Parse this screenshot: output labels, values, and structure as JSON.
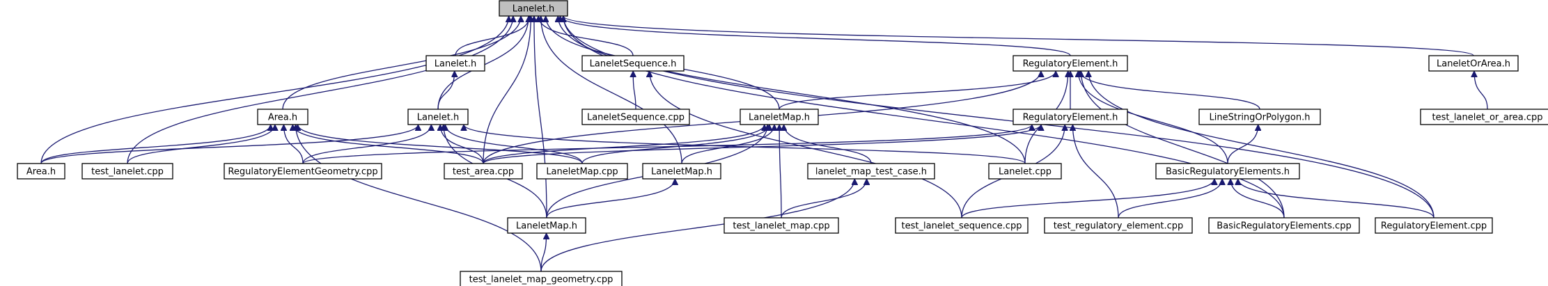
{
  "diagram": {
    "nodes": [
      {
        "id": "n_lanelet_h_root",
        "label": "Lanelet.h",
        "root": true
      },
      {
        "id": "n_lanelet_h_a",
        "label": "Lanelet.h"
      },
      {
        "id": "n_laneletsequence_h",
        "label": "LaneletSequence.h"
      },
      {
        "id": "n_regulatoryelement_h_top",
        "label": "RegulatoryElement.h"
      },
      {
        "id": "n_laneletorarea_h",
        "label": "LaneletOrArea.h"
      },
      {
        "id": "n_laneletsequence_cpp",
        "label": "LaneletSequence.cpp"
      },
      {
        "id": "n_test_lanelet_or_area_cpp",
        "label": "test_lanelet_or_area.cpp"
      },
      {
        "id": "n_area_h",
        "label": "Area.h"
      },
      {
        "id": "n_lanelet_h_b",
        "label": "Lanelet.h"
      },
      {
        "id": "n_laneletmap_h_mid",
        "label": "LaneletMap.h"
      },
      {
        "id": "n_regulatoryelement_h_mid",
        "label": "RegulatoryElement.h"
      },
      {
        "id": "n_linestringorpolygon_h",
        "label": "LineStringOrPolygon.h"
      },
      {
        "id": "n_area_h_leaf",
        "label": "Area.h"
      },
      {
        "id": "n_test_lanelet_cpp",
        "label": "test_lanelet.cpp"
      },
      {
        "id": "n_regulatoryelementgeometry_cpp",
        "label": "RegulatoryElementGeometry.cpp"
      },
      {
        "id": "n_test_area_cpp",
        "label": "test_area.cpp"
      },
      {
        "id": "n_laneletmap_cpp",
        "label": "LaneletMap.cpp"
      },
      {
        "id": "n_laneletmap_h_low",
        "label": "LaneletMap.h"
      },
      {
        "id": "n_lanelet_map_test_case_h",
        "label": "lanelet_map_test_case.h"
      },
      {
        "id": "n_lanelet_cpp",
        "label": "Lanelet.cpp"
      },
      {
        "id": "n_basicregulatoryelements_h",
        "label": "BasicRegulatoryElements.h"
      },
      {
        "id": "n_laneletmap_h_bottom",
        "label": "LaneletMap.h"
      },
      {
        "id": "n_test_lanelet_map_cpp",
        "label": "test_lanelet_map.cpp"
      },
      {
        "id": "n_test_lanelet_sequence_cpp",
        "label": "test_lanelet_sequence.cpp"
      },
      {
        "id": "n_test_regulatory_element_cpp",
        "label": "test_regulatory_element.cpp"
      },
      {
        "id": "n_basicregulatoryelements_cpp",
        "label": "BasicRegulatoryElements.cpp"
      },
      {
        "id": "n_regulatoryelement_cpp",
        "label": "RegulatoryElement.cpp"
      },
      {
        "id": "n_test_lanelet_map_geometry_cpp",
        "label": "test_lanelet_map_geometry.cpp"
      }
    ],
    "edges": [
      {
        "from": "n_lanelet_h_a",
        "to": "n_lanelet_h_root"
      },
      {
        "from": "n_laneletsequence_h",
        "to": "n_lanelet_h_root"
      },
      {
        "from": "n_regulatoryelement_h_top",
        "to": "n_lanelet_h_root"
      },
      {
        "from": "n_laneletorarea_h",
        "to": "n_lanelet_h_root"
      },
      {
        "from": "n_area_h",
        "to": "n_lanelet_h_root"
      },
      {
        "from": "n_lanelet_h_b",
        "to": "n_lanelet_h_root"
      },
      {
        "from": "n_laneletmap_h_mid",
        "to": "n_lanelet_h_root"
      },
      {
        "from": "n_area_h_leaf",
        "to": "n_lanelet_h_root"
      },
      {
        "from": "n_test_lanelet_cpp",
        "to": "n_lanelet_h_root"
      },
      {
        "from": "n_test_area_cpp",
        "to": "n_lanelet_h_root"
      },
      {
        "from": "n_laneletmap_h_low",
        "to": "n_lanelet_h_root"
      },
      {
        "from": "n_lanelet_cpp",
        "to": "n_lanelet_h_root"
      },
      {
        "from": "n_laneletmap_h_bottom",
        "to": "n_lanelet_h_root"
      },
      {
        "from": "n_basicregulatoryelements_cpp",
        "to": "n_lanelet_h_root"
      },
      {
        "from": "n_regulatoryelement_cpp",
        "to": "n_lanelet_h_root"
      },
      {
        "from": "n_lanelet_h_b",
        "to": "n_lanelet_h_a"
      },
      {
        "from": "n_laneletsequence_cpp",
        "to": "n_laneletsequence_h"
      },
      {
        "from": "n_test_lanelet_sequence_cpp",
        "to": "n_laneletsequence_h"
      },
      {
        "from": "n_laneletmap_h_mid",
        "to": "n_regulatoryelement_h_top"
      },
      {
        "from": "n_regulatoryelement_h_mid",
        "to": "n_regulatoryelement_h_top"
      },
      {
        "from": "n_linestringorpolygon_h",
        "to": "n_regulatoryelement_h_top"
      },
      {
        "from": "n_basicregulatoryelements_h",
        "to": "n_regulatoryelement_h_top"
      },
      {
        "from": "n_lanelet_cpp",
        "to": "n_regulatoryelement_h_top"
      },
      {
        "from": "n_test_area_cpp",
        "to": "n_regulatoryelement_h_top"
      },
      {
        "from": "n_basicregulatoryelements_cpp",
        "to": "n_regulatoryelement_h_top"
      },
      {
        "from": "n_regulatoryelement_cpp",
        "to": "n_regulatoryelement_h_top"
      },
      {
        "from": "n_test_lanelet_or_area_cpp",
        "to": "n_laneletorarea_h"
      },
      {
        "from": "n_area_h_leaf",
        "to": "n_area_h"
      },
      {
        "from": "n_test_lanelet_cpp",
        "to": "n_area_h"
      },
      {
        "from": "n_regulatoryelementgeometry_cpp",
        "to": "n_area_h"
      },
      {
        "from": "n_test_area_cpp",
        "to": "n_area_h"
      },
      {
        "from": "n_laneletmap_cpp",
        "to": "n_area_h"
      },
      {
        "from": "n_test_lanelet_map_geometry_cpp",
        "to": "n_area_h"
      },
      {
        "from": "n_area_h_leaf",
        "to": "n_lanelet_h_b"
      },
      {
        "from": "n_regulatoryelementgeometry_cpp",
        "to": "n_lanelet_h_b"
      },
      {
        "from": "n_test_area_cpp",
        "to": "n_lanelet_h_b"
      },
      {
        "from": "n_laneletmap_cpp",
        "to": "n_lanelet_h_b"
      },
      {
        "from": "n_laneletmap_h_bottom",
        "to": "n_lanelet_h_b"
      },
      {
        "from": "n_lanelet_cpp",
        "to": "n_lanelet_h_b"
      },
      {
        "from": "n_test_area_cpp",
        "to": "n_laneletmap_h_mid"
      },
      {
        "from": "n_laneletmap_cpp",
        "to": "n_laneletmap_h_mid"
      },
      {
        "from": "n_laneletmap_h_low",
        "to": "n_laneletmap_h_mid"
      },
      {
        "from": "n_lanelet_map_test_case_h",
        "to": "n_laneletmap_h_mid"
      },
      {
        "from": "n_test_lanelet_map_cpp",
        "to": "n_laneletmap_h_mid"
      },
      {
        "from": "n_laneletmap_h_bottom",
        "to": "n_laneletmap_h_mid"
      },
      {
        "from": "n_regulatoryelementgeometry_cpp",
        "to": "n_regulatoryelement_h_mid"
      },
      {
        "from": "n_test_area_cpp",
        "to": "n_regulatoryelement_h_mid"
      },
      {
        "from": "n_test_lanelet_sequence_cpp",
        "to": "n_regulatoryelement_h_mid"
      },
      {
        "from": "n_test_regulatory_element_cpp",
        "to": "n_regulatoryelement_h_mid"
      },
      {
        "from": "n_basicregulatoryelements_h",
        "to": "n_linestringorpolygon_h"
      },
      {
        "from": "n_laneletmap_h_bottom",
        "to": "n_laneletmap_h_low"
      },
      {
        "from": "n_test_lanelet_map_cpp",
        "to": "n_lanelet_map_test_case_h"
      },
      {
        "from": "n_test_lanelet_map_geometry_cpp",
        "to": "n_lanelet_map_test_case_h"
      },
      {
        "from": "n_test_lanelet_sequence_cpp",
        "to": "n_basicregulatoryelements_h"
      },
      {
        "from": "n_test_regulatory_element_cpp",
        "to": "n_basicregulatoryelements_h"
      },
      {
        "from": "n_basicregulatoryelements_cpp",
        "to": "n_basicregulatoryelements_h"
      },
      {
        "from": "n_regulatoryelement_cpp",
        "to": "n_basicregulatoryelements_h"
      },
      {
        "from": "n_test_lanelet_map_geometry_cpp",
        "to": "n_laneletmap_h_bottom"
      }
    ]
  }
}
